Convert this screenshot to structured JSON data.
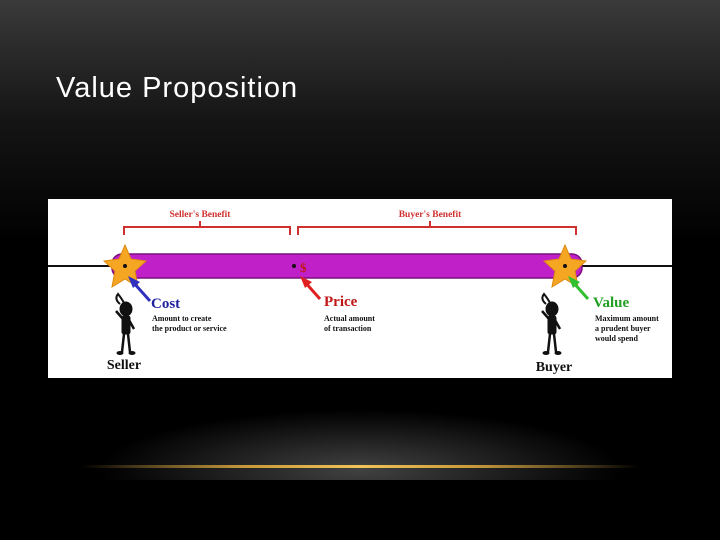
{
  "slide": {
    "title": "Value Proposition"
  },
  "diagram": {
    "sellers_benefit": "Seller's Benefit",
    "buyers_benefit": "Buyer's Benefit",
    "price_marker": "$",
    "cost": {
      "label": "Cost",
      "desc_line1": "Amount to create",
      "desc_line2": "the product or service"
    },
    "price": {
      "label": "Price",
      "desc_line1": "Actual amount",
      "desc_line2": "of transaction"
    },
    "value": {
      "label": "Value",
      "desc_line1": "Maximum amount",
      "desc_line2": "a prudent buyer",
      "desc_line3": "would spend"
    },
    "seller": "Seller",
    "buyer": "Buyer"
  },
  "colors": {
    "background": "#000000",
    "bar": "#c020c8",
    "star": "#f5a623",
    "bracket": "#d03030",
    "cost_arrow": "#3030c0",
    "price_arrow": "#e02020",
    "value_arrow": "#30c030",
    "cost_text": "#2020a0",
    "price_text": "#c01818",
    "value_text": "#20a020"
  }
}
